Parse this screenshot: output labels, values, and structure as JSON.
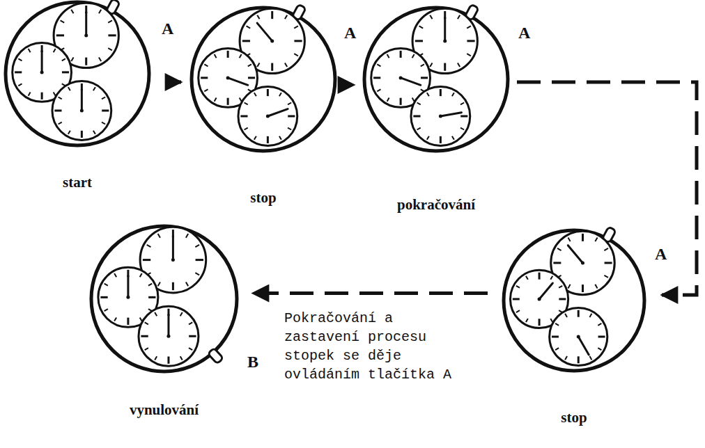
{
  "diagram": {
    "nodes": [
      {
        "text": [
          "start"
        ]
      },
      {
        "text": [
          "stop"
        ]
      },
      {
        "text": [
          "pokračování"
        ]
      },
      {
        "text": [
          "stop"
        ]
      },
      {
        "text": [
          "vynulování"
        ]
      }
    ],
    "edges": [
      {
        "from": 0,
        "to": 1,
        "arrow": "to"
      },
      {
        "from": 1,
        "to": 2,
        "arrow": "to"
      },
      {
        "from": 2,
        "to": 3,
        "arrow": "to"
      },
      {
        "from": 3,
        "to": 4,
        "arrow": "to"
      }
    ],
    "labels": [
      "A",
      "A",
      "A",
      "A",
      "B",
      "Pokračování a zastavení procesu stopek se děje ovládáním tlačítka A"
    ]
  }
}
